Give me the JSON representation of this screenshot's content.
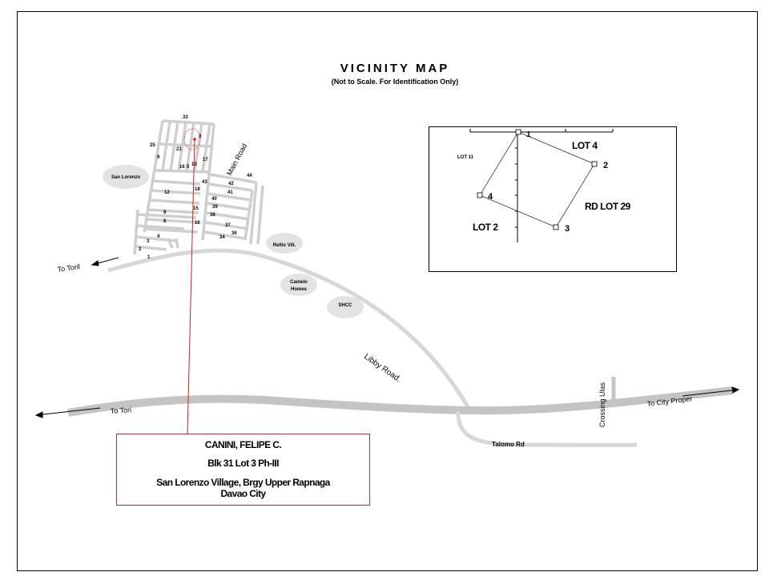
{
  "title": "VICINITY MAP",
  "subtitle": "(Not to Scale. For Identification Only)",
  "colors": {
    "road": "#c8c8c8",
    "street": "#cfcfcf",
    "area": "#e3e3e3",
    "locator": "#d42020",
    "box_border": "#c0302e"
  },
  "roads": {
    "main_road": "Main Road",
    "libby_road": "Libby Road.",
    "to_toril_upper": "To Toril",
    "to_toril_lower": "To Tori",
    "to_city_proper": "To City Proper",
    "crossing_ulas": "Crossing Ulas",
    "talomo_rd": "Talomo Rd"
  },
  "areas": {
    "san_lorenzo": "San Lorenzo",
    "rellio_vill": "Rellio Vill.",
    "camelo_homes_1": "Camelo",
    "camelo_homes_2": "Homes",
    "shcc": "SHCC"
  },
  "blocks": [
    "33",
    "3",
    "25",
    "21",
    "9",
    "17",
    "16",
    "5",
    "13",
    "43",
    "42",
    "44",
    "18",
    "41",
    "12",
    "40",
    "39",
    "15",
    "38",
    "9",
    "8",
    "16",
    "37",
    "36",
    "34",
    "4",
    "3",
    "2",
    "1"
  ],
  "lot_sketch": {
    "corner_1": "1",
    "corner_2": "2",
    "corner_3": "3",
    "corner_4": "4",
    "lot_4": "LOT 4",
    "lot_11": "LOT 11",
    "lot_2": "LOT 2",
    "rd_lot_29": "RD LOT 29"
  },
  "owner": {
    "name": "CANINI, FELIPE C.",
    "lot": "Blk 31 Lot  3  Ph-III",
    "address_line1": "San Lorenzo Village, Brgy Upper Rapnaga",
    "address_line2": "Davao City"
  }
}
